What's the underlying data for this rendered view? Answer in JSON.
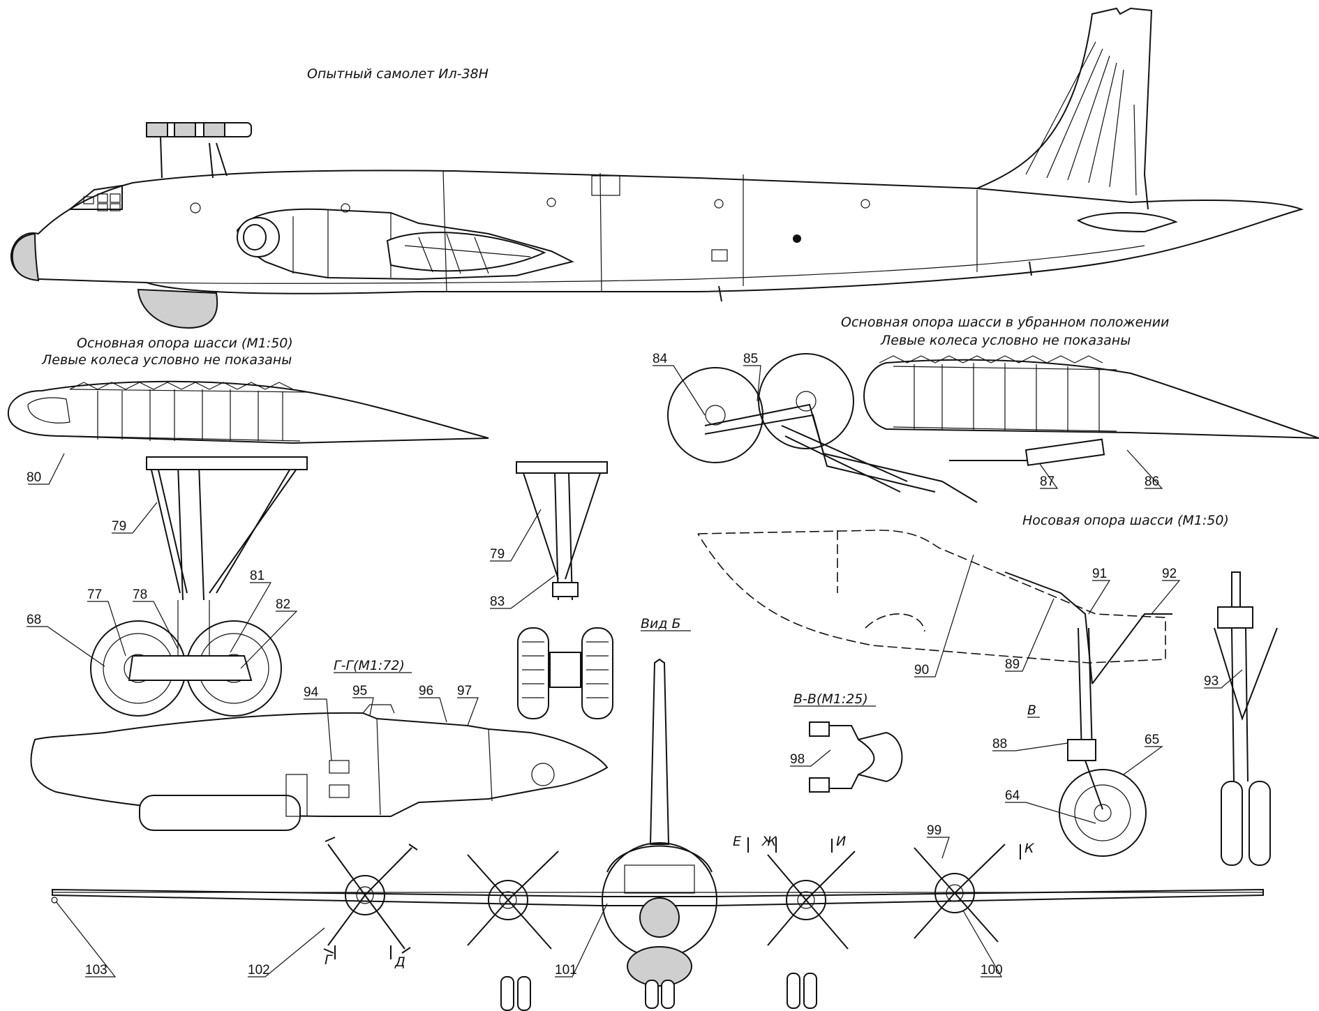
{
  "titles": {
    "main": "Опытный самолет Ил-38Н",
    "main_gear": "Основная опора шасси (М1:50)",
    "main_gear_note": "Левые колеса условно не показаны",
    "retracted": "Основная опора шасси в убранном положении",
    "retracted_note": "Левые колеса условно не показаны",
    "nose_gear": "Носовая опора шасси (М1:50)",
    "view_b": "Вид Б",
    "section_gg": "Г-Г(М1:72)",
    "section_vv": "В-В(М1:25)",
    "mark_v": "В"
  },
  "callouts": [
    "80",
    "79",
    "68",
    "77",
    "78",
    "81",
    "82",
    "79",
    "83",
    "84",
    "85",
    "87",
    "86",
    "91",
    "92",
    "90",
    "89",
    "93",
    "88",
    "65",
    "64",
    "94",
    "95",
    "96",
    "97",
    "98",
    "99",
    "103",
    "102",
    "101",
    "100"
  ],
  "section_marks": [
    "Е",
    "Ж",
    "И",
    "К",
    "Г",
    "Д"
  ]
}
